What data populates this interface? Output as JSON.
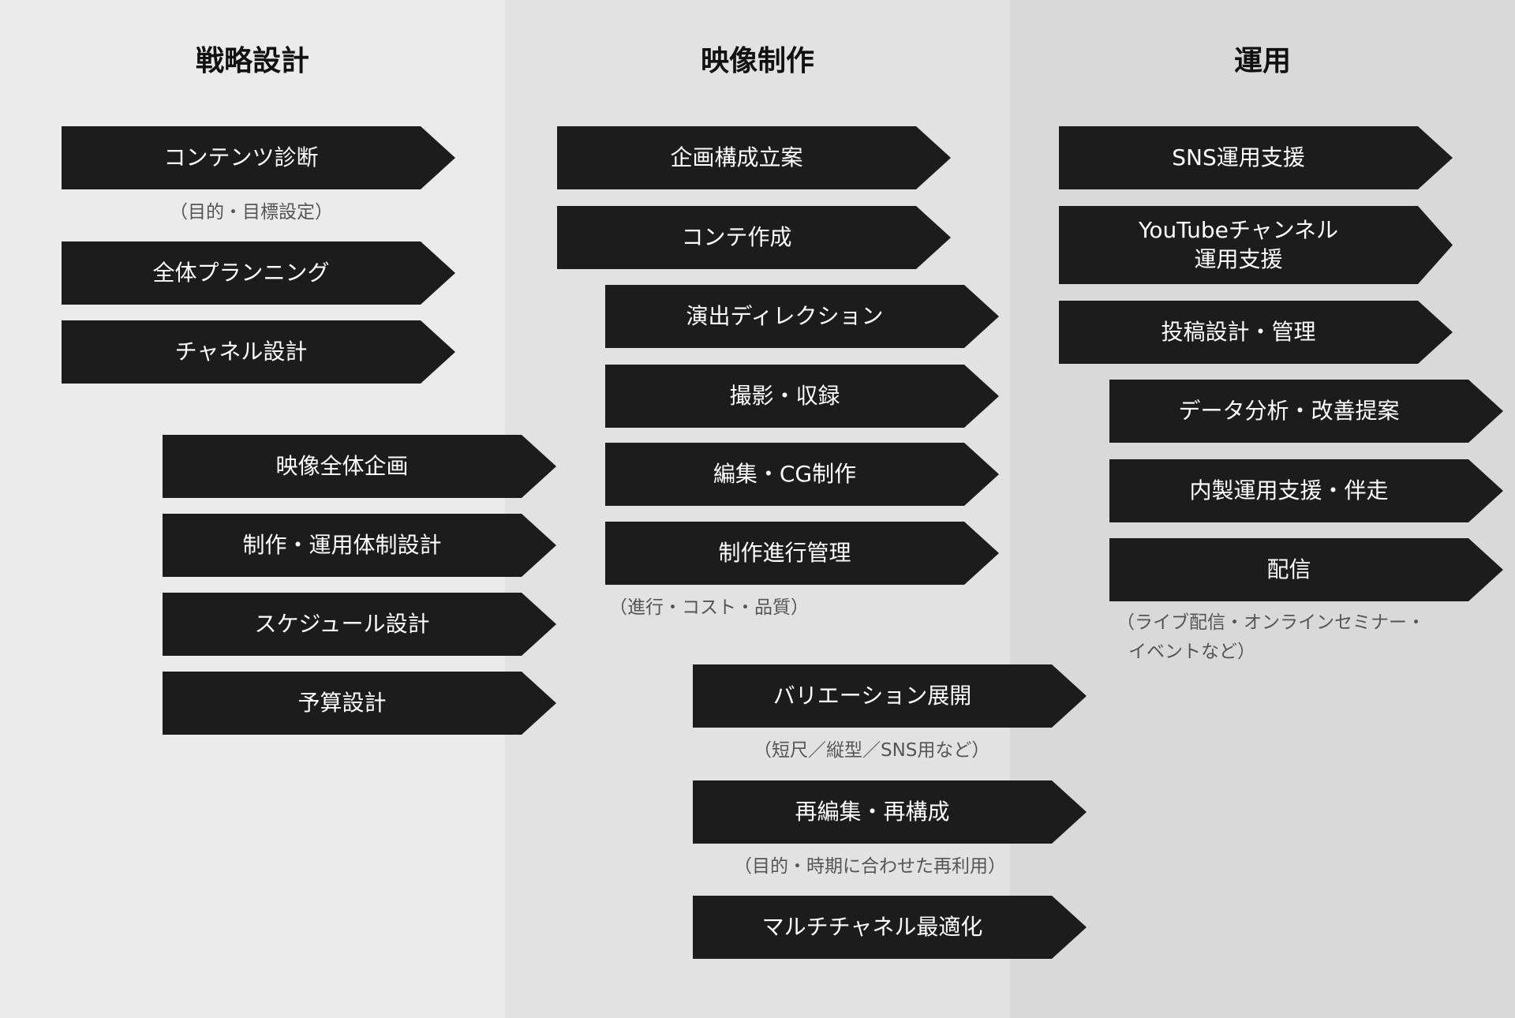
{
  "columns": [
    {
      "title": "戦略設計",
      "items": [
        "コンテンツ診断",
        "全体プランニング",
        "チャネル設計",
        "映像全体企画",
        "制作・運用体制設計",
        "スケジュール設計",
        "予算設計"
      ],
      "notes": [
        "（目的・目標設定）"
      ]
    },
    {
      "title": "映像制作",
      "items": [
        "企画構成立案",
        "コンテ作成",
        "演出ディレクション",
        "撮影・収録",
        "編集・CG制作",
        "制作進行管理",
        "バリエーション展開",
        "再編集・再構成",
        "マルチチャネル最適化"
      ],
      "notes": [
        "（進行・コスト・品質）",
        "（短尺／縦型／SNS用など）",
        "（目的・時期に合わせた再利用）"
      ]
    },
    {
      "title": "運用",
      "items": [
        "SNS運用支援",
        "YouTubeチャンネル",
        "運用支援",
        "投稿設計・管理",
        "データ分析・改善提案",
        "内製運用支援・伴走",
        "配信"
      ],
      "notes": [
        "（ライブ配信・オンラインセミナー・",
        "イベントなど）"
      ]
    }
  ]
}
